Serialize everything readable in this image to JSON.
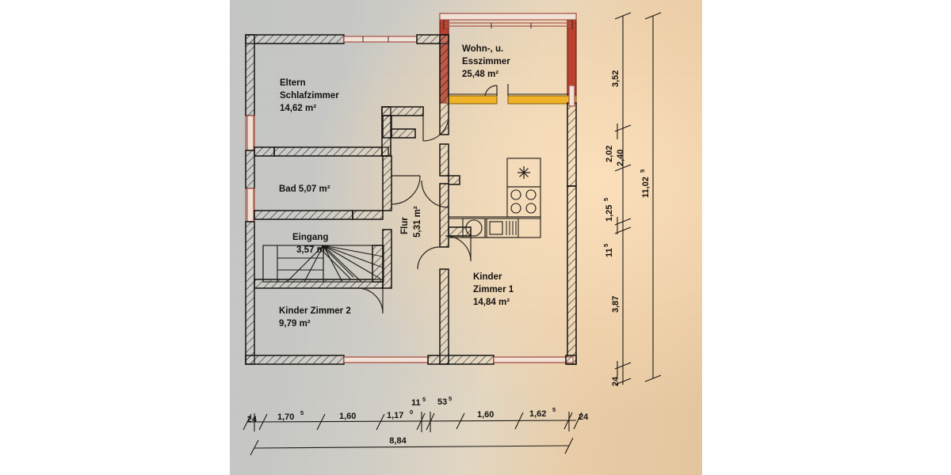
{
  "document": {
    "type": "architectural-floor-plan",
    "title": "Grundriss",
    "medium": "photographed paper drawing"
  },
  "rooms": [
    {
      "id": "wohn-esszimmer",
      "name_lines": [
        "Wohn-, u.",
        "Esszimmer"
      ],
      "area": "25,48 m²"
    },
    {
      "id": "eltern-schlafzimmer",
      "name_lines": [
        "Eltern",
        "Schlafzimmer"
      ],
      "area": "14,62 m²"
    },
    {
      "id": "bad",
      "name_lines": [
        "Bad 5,07 m²"
      ],
      "area": "5,07 m²"
    },
    {
      "id": "eingang",
      "name_lines": [
        "Eingang"
      ],
      "area": "3,57 m²"
    },
    {
      "id": "flur",
      "name_lines": [
        "Flur"
      ],
      "area": "5,31 m²"
    },
    {
      "id": "kinderzimmer-1",
      "name_lines": [
        "Kinder",
        "Zimmer 1"
      ],
      "area": "14,84 m²"
    },
    {
      "id": "kinderzimmer-2",
      "name_lines": [
        "Kinder Zimmer 2"
      ],
      "area": "9,79 m²"
    }
  ],
  "labels": {
    "wohn_l1": "Wohn-, u.",
    "wohn_l2": "Esszimmer",
    "wohn_area": "25,48 m²",
    "eltern_l1": "Eltern",
    "eltern_l2": "Schlafzimmer",
    "eltern_area": "14,62 m²",
    "bad": "Bad 5,07 m²",
    "eingang": "Eingang",
    "eingang_area": "3,57 m²",
    "flur": "Flur",
    "flur_area": "5,31 m²",
    "kz1_l1": "Kinder",
    "kz1_l2": "Zimmer 1",
    "kz1_area": "14,84 m²",
    "kz2": "Kinder Zimmer 2",
    "kz2_area": "9,79 m²"
  },
  "dimensions": {
    "bottom_chain": [
      {
        "value": "24",
        "sup": ""
      },
      {
        "value": "1,70",
        "sup": "5"
      },
      {
        "value": "1,60",
        "sup": ""
      },
      {
        "value": "1,17",
        "sup": "0"
      },
      {
        "value": "11",
        "sup": "5"
      },
      {
        "value": "53",
        "sup": "5"
      },
      {
        "value": "1,60",
        "sup": ""
      },
      {
        "value": "1,62",
        "sup": "5"
      },
      {
        "value": "24",
        "sup": ""
      }
    ],
    "bottom_total": {
      "value": "8,84",
      "sup": ""
    },
    "right_chain": [
      {
        "value": "3,52",
        "sup": ""
      },
      {
        "value": "2,02",
        "sup": ""
      },
      {
        "value": "2,40",
        "sup": ""
      },
      {
        "value": "1,25",
        "sup": "5"
      },
      {
        "value": "11",
        "sup": "5"
      },
      {
        "value": "3,87",
        "sup": ""
      },
      {
        "value": "24",
        "sup": ""
      }
    ],
    "right_total": {
      "value": "11,02",
      "sup": "5"
    },
    "b_24a": "24",
    "b_170": "1,70",
    "b_170s": "5",
    "b_160a": "1,60",
    "b_117": "1,17",
    "b_117s": "0",
    "b_115": "11",
    "b_115s": "5",
    "b_535": "53",
    "b_535s": "5",
    "b_160b": "1,60",
    "b_162": "1,62",
    "b_162s": "5",
    "b_24b": "24",
    "b_total": "8,84",
    "r_352": "3,52",
    "r_202": "2,02",
    "r_240": "2,40",
    "r_125": "1,25",
    "r_125s": "5",
    "r_115": "11",
    "r_115s": "5",
    "r_387": "3,87",
    "r_24": "24",
    "r_total": "11,02",
    "r_total_s": "5"
  },
  "fixtures": [
    {
      "id": "stove",
      "name": "stove-4-burner"
    },
    {
      "id": "extractor",
      "name": "extractor-fan-star"
    },
    {
      "id": "sink",
      "name": "kitchen-sink-round"
    },
    {
      "id": "dishwasher",
      "name": "dishwasher"
    },
    {
      "id": "stairs",
      "name": "winder-staircase"
    }
  ],
  "colors": {
    "wall_red": "#b8412f",
    "wall_orange": "#f0b229",
    "window_red": "#b05a4e",
    "ink": "#15120f",
    "paper_cool": "#c8c9c6",
    "paper_warm": "#ecd0a8"
  }
}
